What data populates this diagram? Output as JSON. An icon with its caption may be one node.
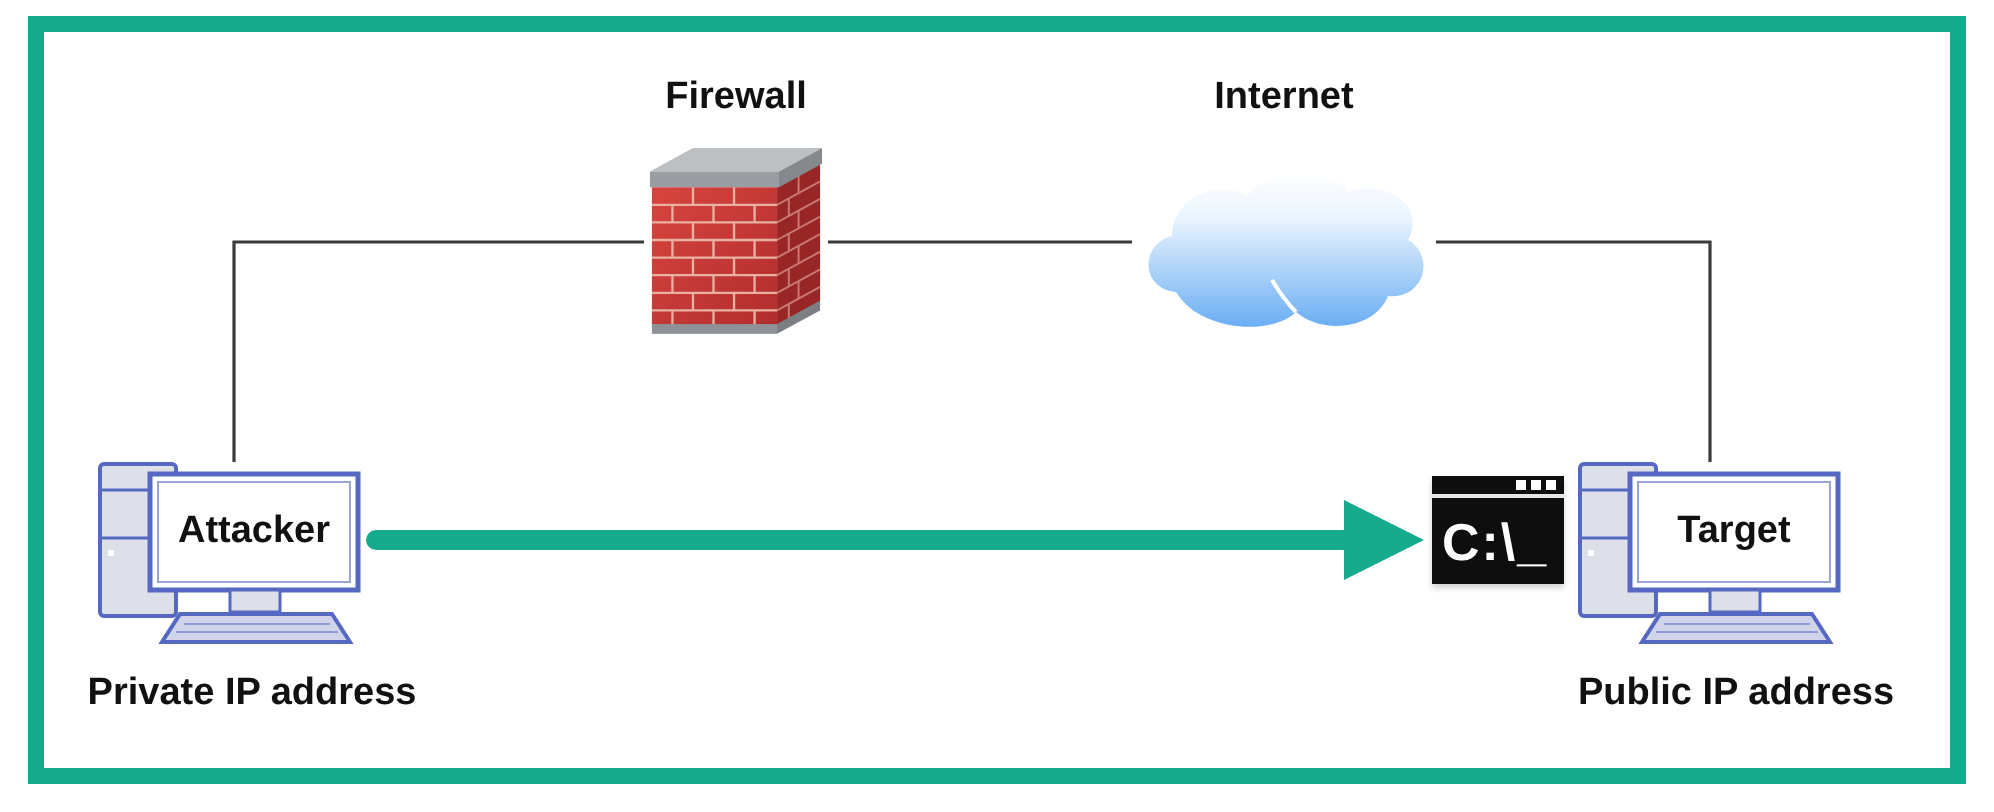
{
  "diagram": {
    "nodes": [
      {
        "text": [
          "Firewall"
        ]
      },
      {
        "text": [
          "Internet"
        ]
      },
      {
        "text": [
          "Attacker"
        ],
        "beside": [
          "Private IP address"
        ]
      },
      {
        "text": [
          "C:\\_"
        ]
      },
      {
        "text": [
          "Target"
        ],
        "beside": [
          "Public IP address"
        ]
      }
    ],
    "edges": [
      {
        "from": 2,
        "to": 0,
        "arrow": "none"
      },
      {
        "from": 0,
        "to": 1,
        "arrow": "none"
      },
      {
        "from": 1,
        "to": 4,
        "arrow": "none"
      },
      {
        "from": 2,
        "to": 3,
        "arrow": "to",
        "style": "thick",
        "color": "#17a98b"
      }
    ]
  }
}
